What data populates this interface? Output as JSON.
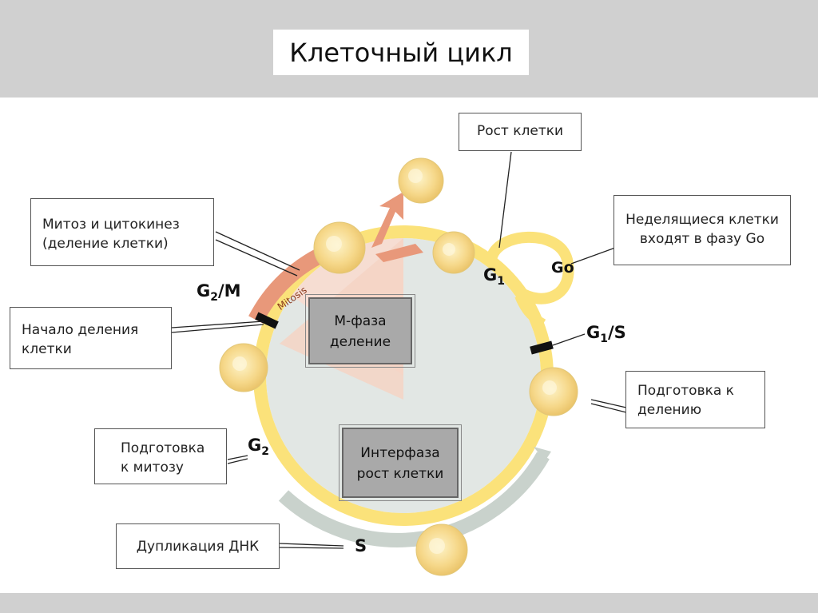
{
  "title": "Клеточный цикл",
  "labels": {
    "growth": "Рост клетки",
    "nondividing": "Неделящиеся клетки\nвходят в фазу Go",
    "mitosis": "Митоз и цитокинез\n(деление клетки)",
    "division_start": "Начало деления\nклетки",
    "prep_division": "Подготовка к\nделению",
    "prep_mitosis": "Подготовка\nк митозу",
    "dna_dup": "Дупликация ДНК"
  },
  "center": {
    "m_phase": "М-фаза\nделение",
    "interphase": "Интерфаза\nрост клетки"
  },
  "phases": {
    "g1_main": "G",
    "g1_sub": "1",
    "g0": "Go",
    "g1s_main": "G",
    "g1s_sub": "1",
    "g1s_tail": "/S",
    "g2m_main": "G",
    "g2m_sub": "2",
    "g2m_tail": "/M",
    "g2_main": "G",
    "g2_sub": "2",
    "s": "S",
    "mitosis_arc": "Mitosis"
  },
  "colors": {
    "cycle_ring": "#fbe27a",
    "s_arc": "#c9d2cc",
    "mitosis_arc": "#e8987a",
    "cell_fill": "#f6d88a",
    "m_sector": "#f6ddd2",
    "inner_circle": "#e2e7e4"
  }
}
